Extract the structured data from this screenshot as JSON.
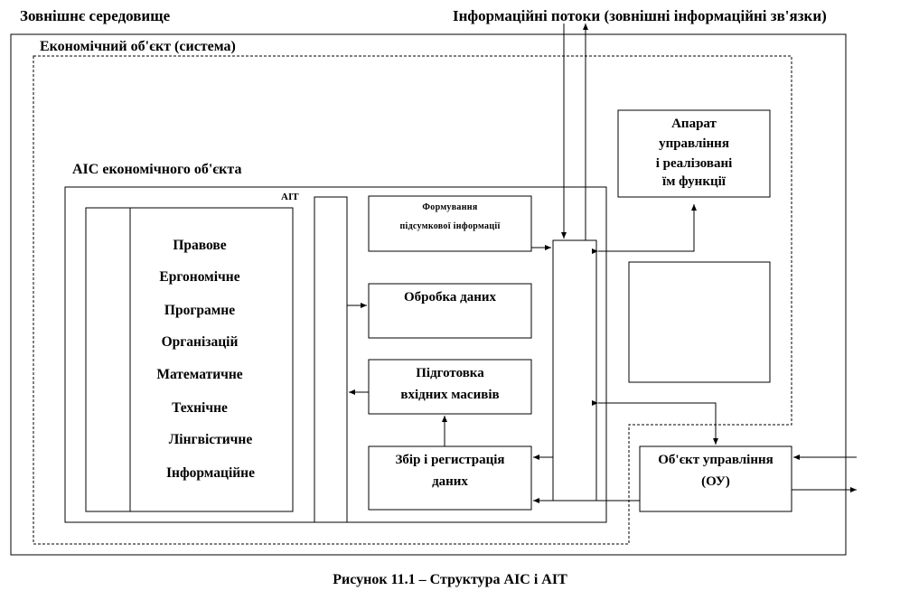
{
  "environment_label": "Зовнішнє середовище",
  "info_flows_label": "Інформаційні потоки (зовнішні інформаційні зв'язки)",
  "economic_object_label": "Економічний об'єкт (система)",
  "ais_label": "АІС економічного об'єкта",
  "ait_label": "АІТ",
  "support_items": [
    "Правове",
    "Ергономічне",
    "Програмне",
    "Організацій",
    "Математичне",
    "Технічне",
    "Лінгвістичне",
    "Інформаційне"
  ],
  "blocks": {
    "forming": [
      "Формування",
      "підсумкової інформації"
    ],
    "processing": "Обробка даних",
    "preparation": [
      "Підготовка",
      "вхідних масивів"
    ],
    "collection": [
      "Збір і регистрація",
      "даних"
    ],
    "management": [
      "Апарат",
      "управління",
      "і реалізовані",
      "їм функції"
    ],
    "control_object": [
      "Об'єкт управління",
      "(ОУ)"
    ]
  },
  "caption": "Рисунок 11.1 – Структура АІС і АІТ"
}
